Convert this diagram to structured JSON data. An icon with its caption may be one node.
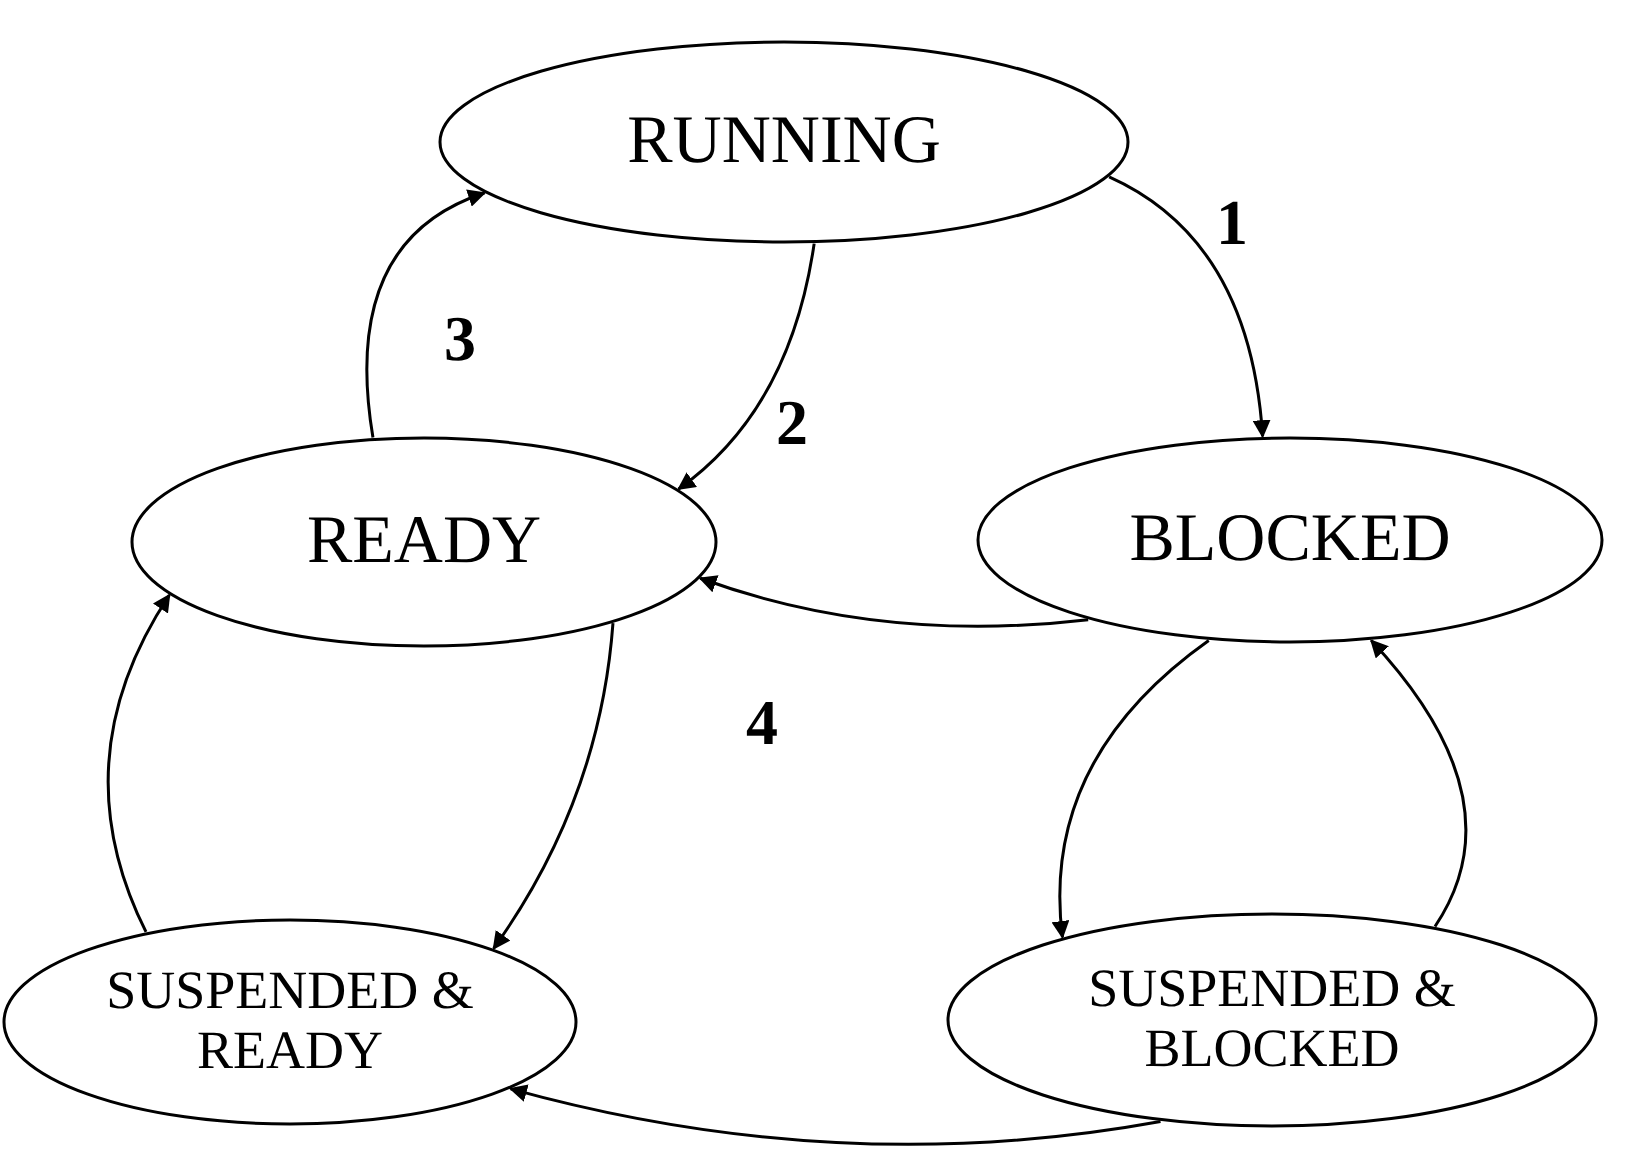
{
  "diagram": {
    "nodes": [
      {
        "text": [
          "RUNNING"
        ]
      },
      {
        "text": [
          "READY"
        ]
      },
      {
        "text": [
          "BLOCKED"
        ]
      },
      {
        "text": [
          "SUSPENDED & READY"
        ]
      },
      {
        "text": [
          "SUSPENDED & BLOCKED"
        ]
      }
    ],
    "edges": [
      {
        "from": 0,
        "to": 2,
        "arrow": "to",
        "label": "1"
      },
      {
        "from": 0,
        "to": 1,
        "arrow": "to",
        "label": "2"
      },
      {
        "from": 1,
        "to": 0,
        "arrow": "to",
        "label": "3"
      },
      {
        "from": 2,
        "to": 1,
        "arrow": "to",
        "label": "4"
      },
      {
        "from": 1,
        "to": 3,
        "arrow": "to"
      },
      {
        "from": 3,
        "to": 1,
        "arrow": "to"
      },
      {
        "from": 2,
        "to": 4,
        "arrow": "to"
      },
      {
        "from": 4,
        "to": 2,
        "arrow": "to"
      },
      {
        "from": 4,
        "to": 3,
        "arrow": "to"
      }
    ]
  }
}
